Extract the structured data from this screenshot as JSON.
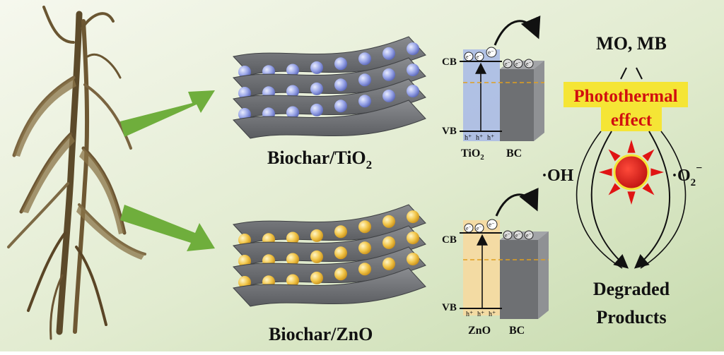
{
  "panels": {
    "top_label_main": "Biochar/TiO",
    "top_label_sub": "2",
    "bottom_label": "Biochar/ZnO"
  },
  "band_diagram": {
    "cb": "CB",
    "vb": "VB",
    "electron": "e⁻",
    "hole": "h⁺",
    "tio2_main": "TiO",
    "tio2_sub": "2",
    "zno": "ZnO",
    "bc": "BC"
  },
  "mechanism": {
    "pollutants": "MO, MB",
    "photothermal_line1": "Photothermal",
    "photothermal_line2": "effect",
    "oh_radical": "·OH",
    "o2_radical_main": "·O",
    "o2_radical_sub": "2",
    "o2_radical_sup": "−",
    "products_line1": "Degraded",
    "products_line2": "Products"
  },
  "colors": {
    "background_left": "#f4f7ea",
    "background_right": "#c9dcb0",
    "arrow": "#6fae3c",
    "sheet": "#6b6d70",
    "tio2_particle": "#9aa6e8",
    "zno_particle": "#f0c24a",
    "tio2_box": "#a7b9e6",
    "zno_box": "#f6d9a0",
    "highlight": "#f5e535",
    "photothermal_text": "#d10f0f",
    "sun": "#e01414"
  }
}
